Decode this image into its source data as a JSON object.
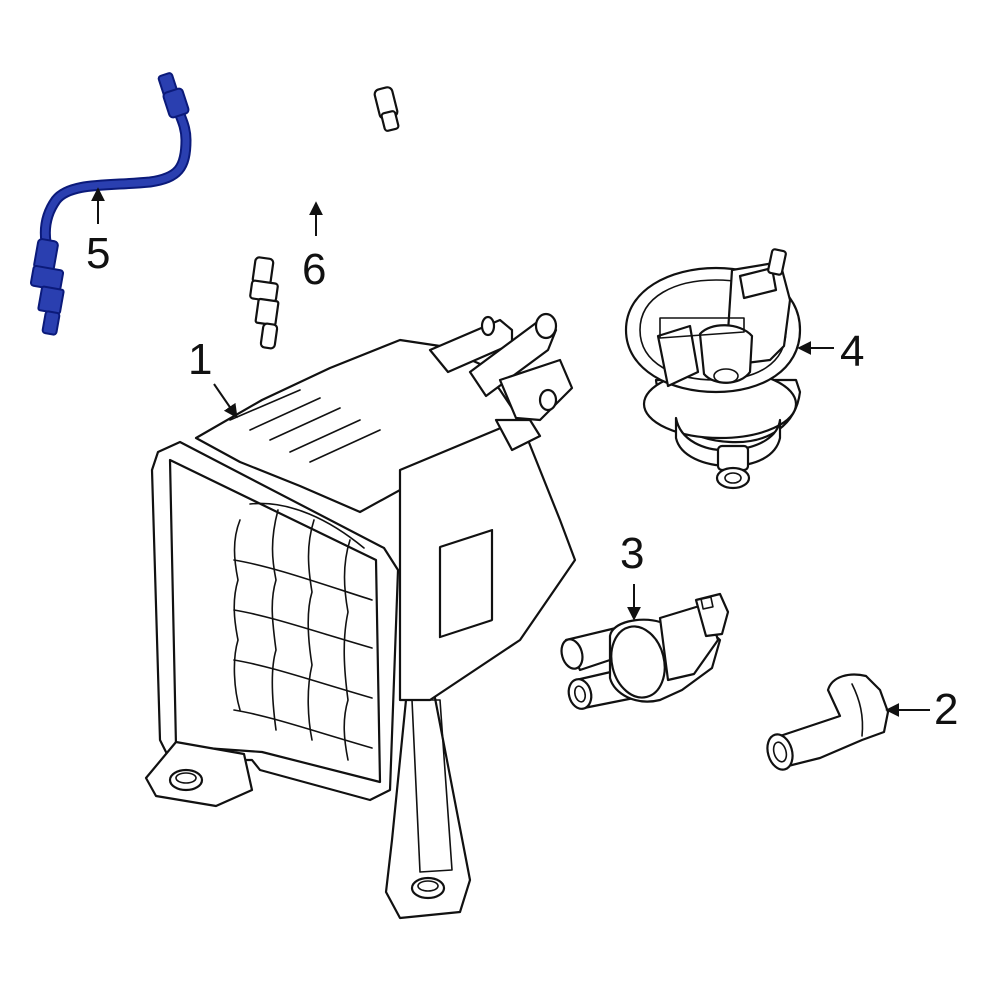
{
  "colors": {
    "line": "#111111",
    "background": "#ffffff",
    "highlight_fill": "#2a3fb0",
    "highlight_stroke": "#0b1a7a"
  },
  "callouts": [
    {
      "id": "1",
      "label": "1",
      "part": "charcoal-canister"
    },
    {
      "id": "2",
      "label": "2",
      "part": "hose-elbow"
    },
    {
      "id": "3",
      "label": "3",
      "part": "purge-valve"
    },
    {
      "id": "4",
      "label": "4",
      "part": "vacuum-valve"
    },
    {
      "id": "5",
      "label": "5",
      "part": "oxygen-sensor-highlighted"
    },
    {
      "id": "6",
      "label": "6",
      "part": "oxygen-sensor"
    }
  ]
}
